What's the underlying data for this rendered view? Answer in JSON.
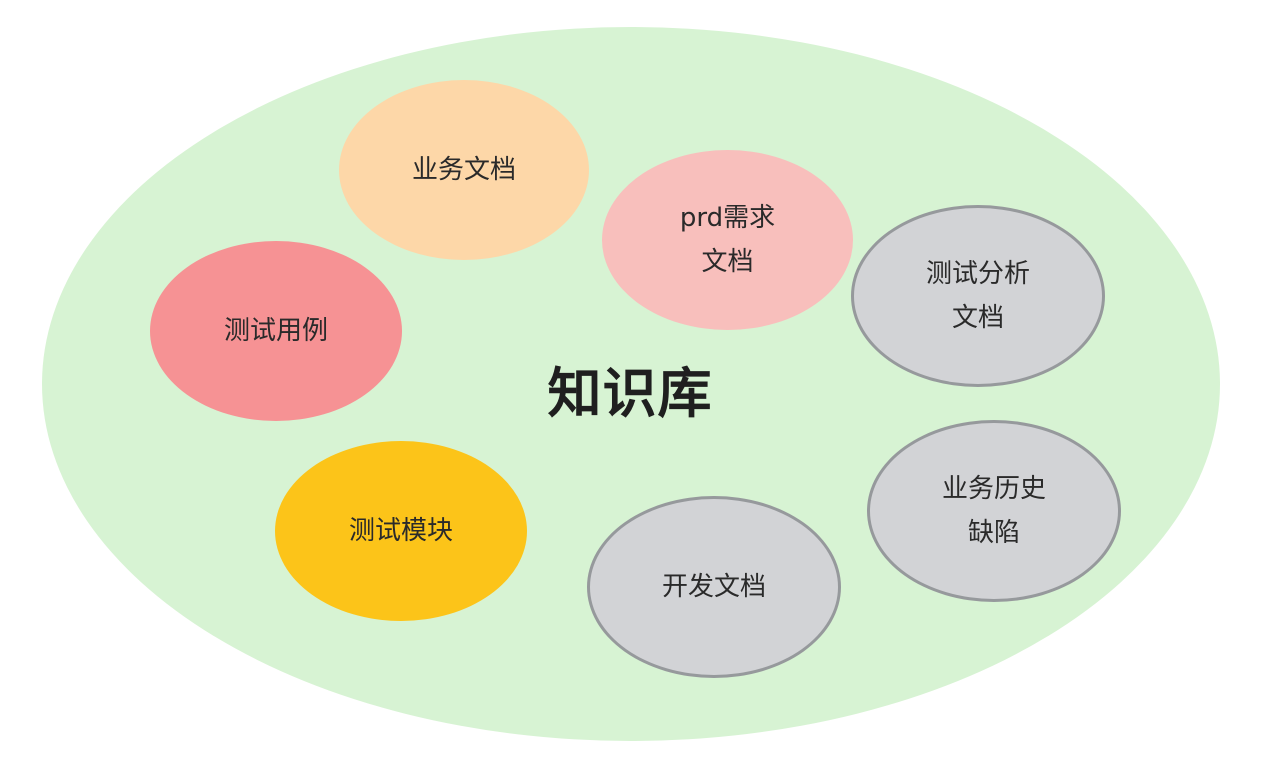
{
  "diagram": {
    "center_label": "知识库",
    "nodes": {
      "business_docs": {
        "lines": [
          "业务文档"
        ]
      },
      "prd": {
        "lines": [
          "prd需求",
          "文档"
        ]
      },
      "test_cases": {
        "lines": [
          "测试用例"
        ]
      },
      "test_analysis": {
        "lines": [
          "测试分析",
          "文档"
        ]
      },
      "test_modules": {
        "lines": [
          "测试模块"
        ]
      },
      "dev_docs": {
        "lines": [
          "开发文档"
        ]
      },
      "business_defects": {
        "lines": [
          "业务历史",
          "缺陷"
        ]
      }
    },
    "colors": {
      "container": "#d7f3d3",
      "business_docs": "#fdd7a8",
      "prd": "#f8bfbc",
      "test_cases": "#f69294",
      "test_modules": "#fcc419",
      "grey_nodes": "#d2d3d6",
      "grey_border": "#96999c"
    }
  }
}
